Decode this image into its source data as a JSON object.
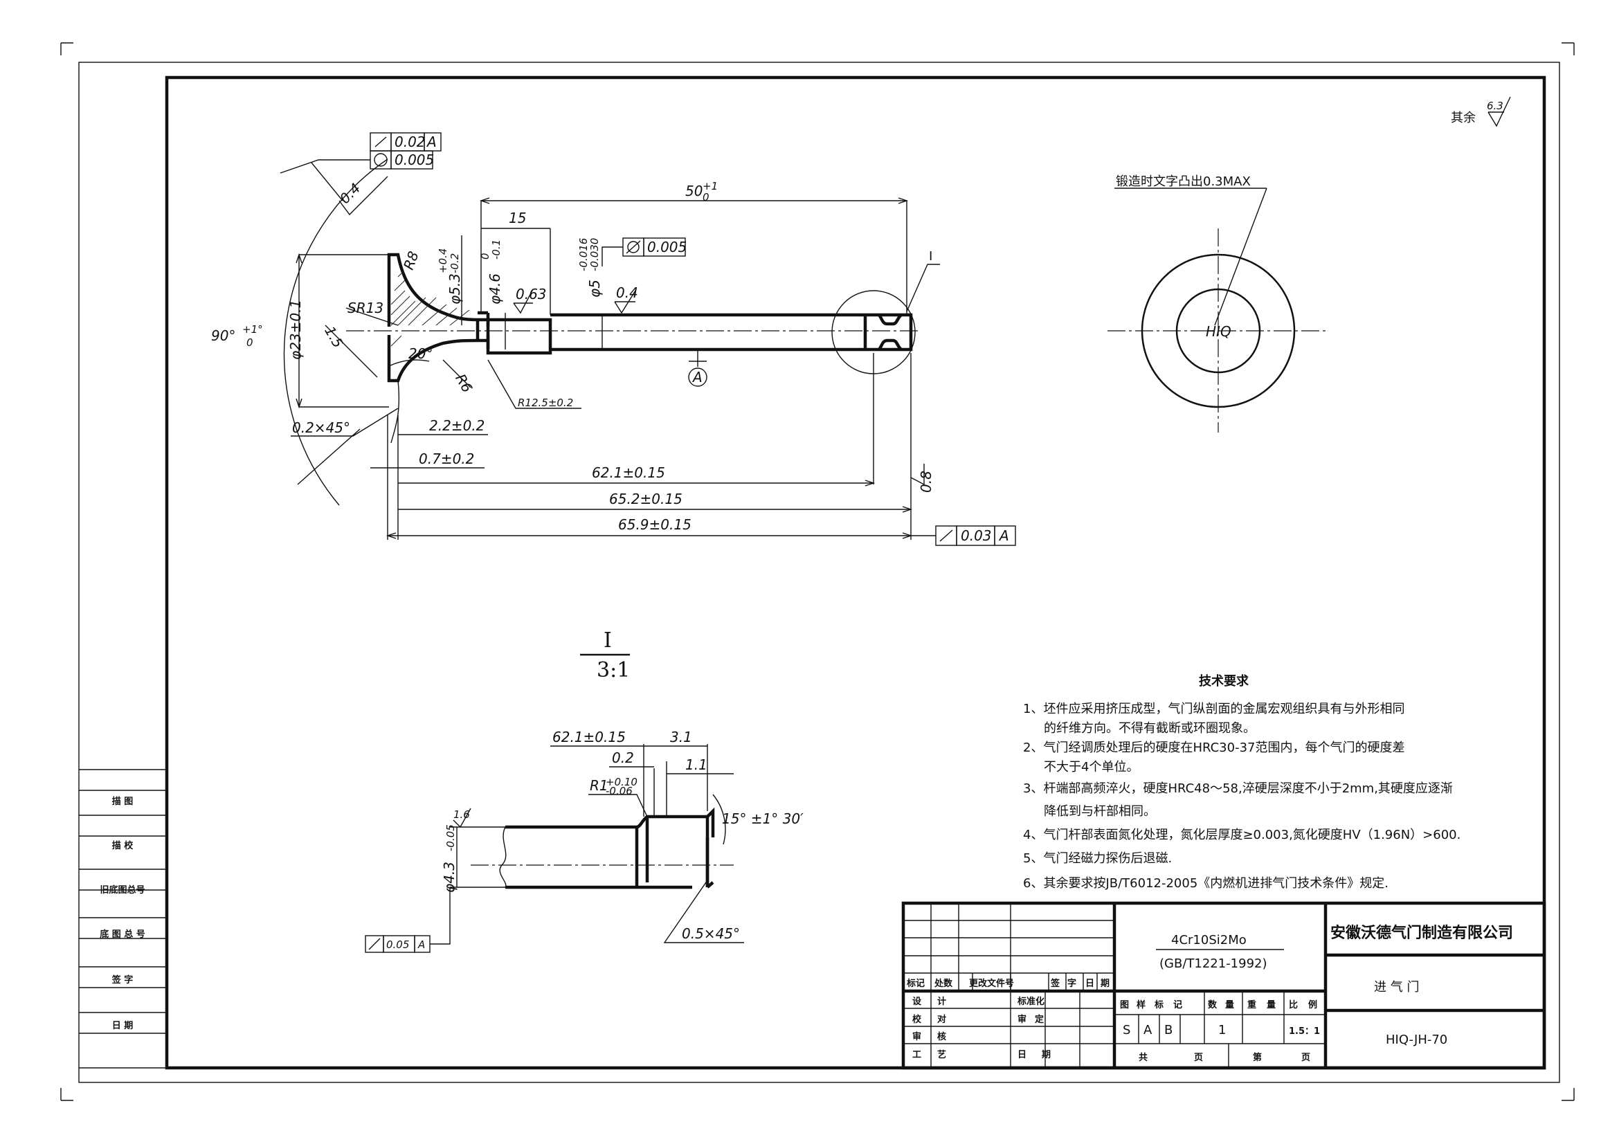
{
  "drawing": {
    "roughness": {
      "label": "其余",
      "value": "6.3"
    },
    "forging_note": "锻造时文字凸出0.3MAX",
    "mark_text": "HIQ",
    "section_label": "I",
    "datum_label": "A",
    "detail": {
      "label": "I",
      "scale": "3:1"
    },
    "dimensions": {
      "d_50": "50",
      "d_50_tol_upper": "+1",
      "d_50_tol_lower": "0",
      "d_15": "15",
      "d_phi53": "φ5.3",
      "d_phi53_tol_upper": "+0.4",
      "d_phi53_tol_lower": "-0.2",
      "d_phi46": "φ4.6",
      "d_phi46_tol_upper": "0",
      "d_phi46_tol_lower": "-0.1",
      "d_phi5": "φ5",
      "d_phi5_tol_upper": "-0.016",
      "d_phi5_tol_lower": "-0.030",
      "ra_063": "0.63",
      "ra_04a": "0.4",
      "ra_04b": "0.4",
      "ra_08": "0.8",
      "r8": "R8",
      "sr13": "SR13",
      "d_phi23": "φ23±0.1",
      "d_15mm": "1.5",
      "ang_20": "20°",
      "r6": "R6",
      "r125": "R12.5±0.2",
      "ang_90": "90°",
      "ang_90_tol_upper": "+1°",
      "ang_90_tol_lower": "0",
      "cham": "0.2×45°",
      "d_22": "2.2±0.2",
      "d_07": "0.7±0.2",
      "d_621": "62.1±0.15",
      "d_652": "65.2±0.15",
      "d_659": "65.9±0.15"
    },
    "tolerances": {
      "runout_face": {
        "value": "0.02",
        "datum": "A"
      },
      "roundness": {
        "value": "0.005"
      },
      "cylindricity": {
        "value": "0.005"
      },
      "runout_end": {
        "value": "0.03",
        "datum": "A"
      },
      "runout_groove": {
        "value": "0.05",
        "datum": "A"
      }
    },
    "detail_dims": {
      "d_621": "62.1±0.15",
      "d_31": "3.1",
      "d_02": "0.2",
      "d_11": "1.1",
      "r1": "R1",
      "r1_tol_upper": "+0.10",
      "r1_tol_lower": "-0.06",
      "ang_15": "15° ±1° 30′",
      "ra_16": "1.6",
      "d_phi43": "φ4.3",
      "d_phi43_tol": "-0.05",
      "cham": "0.5×45°"
    }
  },
  "tech_requirements": {
    "title": "技术要求",
    "items": [
      "1、坯件应采用挤压成型，气门纵剖面的金属宏观组织具有与外形相同",
      "的纤维方向。不得有截断或环圈现象。",
      "2、气门经调质处理后的硬度在HRC30-37范围内，每个气门的硬度差",
      "不大于4个单位。",
      "3、杆端部高频淬火，硬度HRC48～58,淬硬层深度不小于2mm,其硬度应逐渐",
      "降低到与杆部相同。",
      "4、气门杆部表面氮化处理，氮化层厚度≥0.003,氮化硬度HV（1.96N）>600.",
      "5、气门经磁力探伤后退磁.",
      "6、其余要求按JB/T6012-2005《内燃机进排气门技术条件》规定."
    ]
  },
  "title_block": {
    "material": "4Cr10Si2Mo",
    "standard": "(GB/T1221-1992)",
    "company": "安徽沃德气门制造有限公司",
    "part_name": "进 气 门",
    "drawing_no": "HIQ-JH-70",
    "header_cells": [
      "标记",
      "处数",
      "更改文件号",
      "签",
      "字",
      "日",
      "期"
    ],
    "sign_rows": [
      "设",
      "计",
      "校",
      "对",
      "审",
      "核",
      "工",
      "艺"
    ],
    "std_label": "标准化",
    "approve_label": "审",
    "approve_label2": "定",
    "date_label": "日",
    "date_label2": "期",
    "props_header": [
      "图",
      "样",
      "标",
      "记",
      "数",
      "量",
      "重",
      "量",
      "比",
      "例"
    ],
    "marks": [
      "S",
      "A",
      "B"
    ],
    "quantity": "1",
    "scale": "1.5：1",
    "sheet": [
      "共",
      "页",
      "第",
      "页"
    ]
  },
  "side_block": {
    "rows": [
      "描  图",
      "描  校",
      "旧底图总号",
      "底 图 总 号",
      "签  字",
      "日  期"
    ]
  }
}
